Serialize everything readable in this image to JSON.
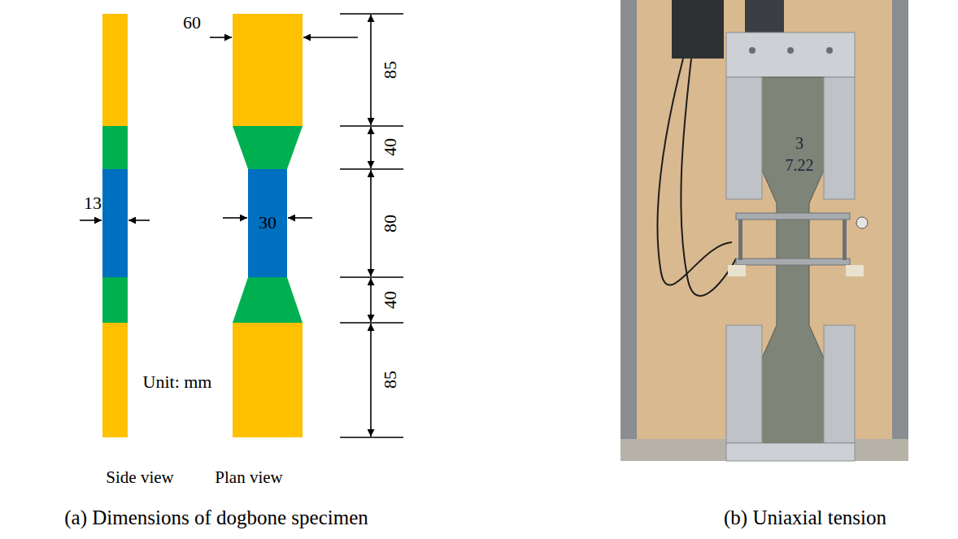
{
  "diagram": {
    "nodes": [
      {
        "text": [
          "30"
        ]
      }
    ],
    "labels": [
      "60",
      "85",
      "40",
      "80",
      "40",
      "85",
      "13",
      "Unit: mm",
      "Side view",
      "Plan view",
      "(a) Dimensions of dogbone specimen",
      "3",
      "7.22",
      "(b) Uniaxial tension"
    ]
  }
}
